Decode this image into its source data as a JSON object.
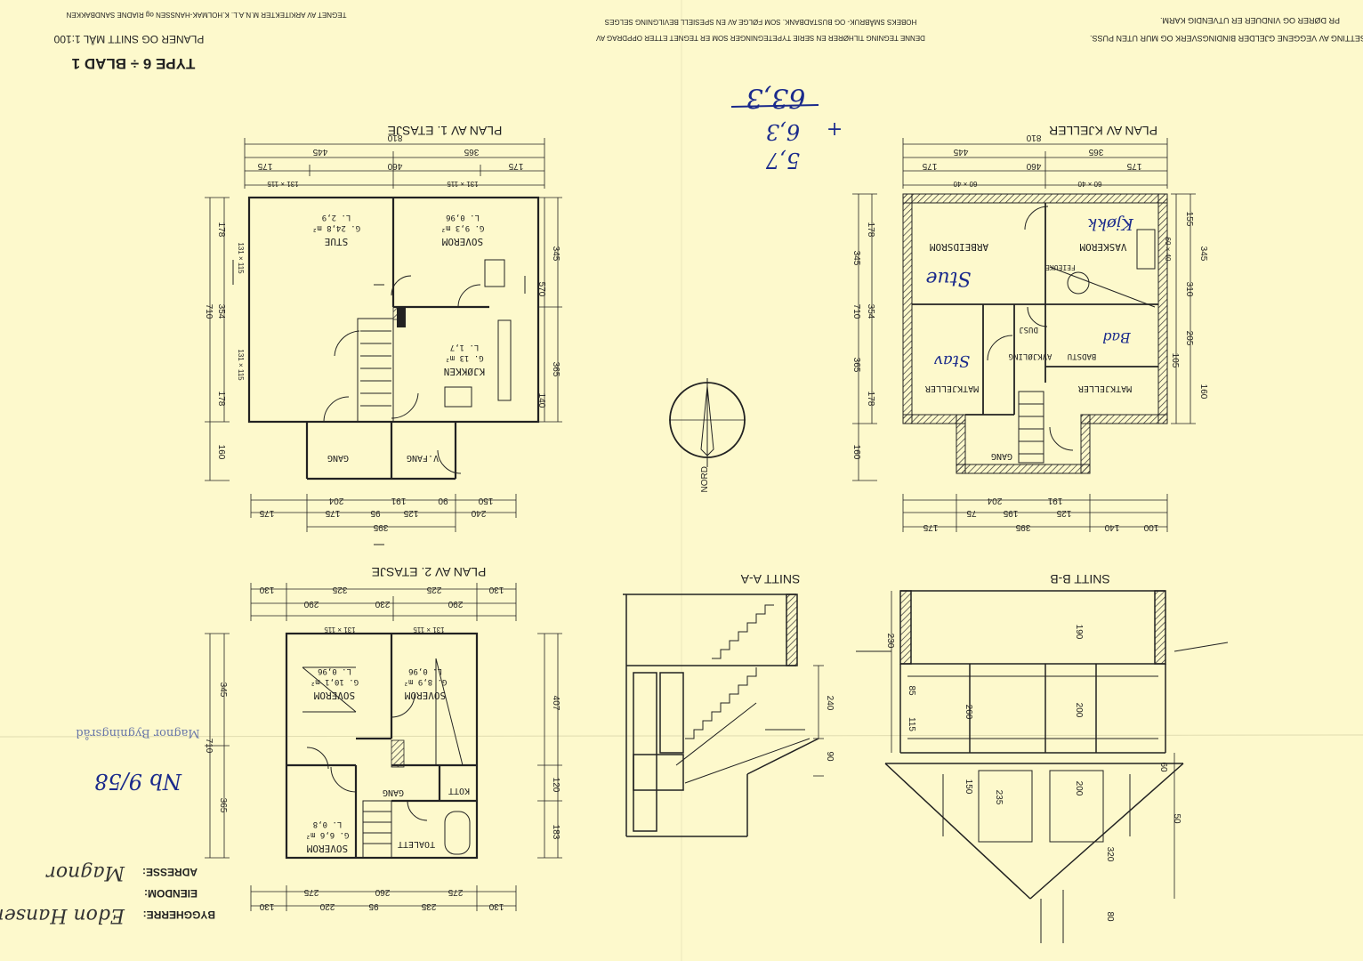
{
  "title_block": {
    "type": "TYPE 6 ÷ BLAD 1",
    "subtitle": "PLANER OG SNITT MÅL 1:100",
    "credit": "TEGNET AV ARKITEKTER M.N.A.L. K.HOLMAK-HANSSEN og RIADNE SANDBAKKEN"
  },
  "notes": {
    "right_1": "SETTING AV VEGGENE GJELDER BINDINGSVERK OG MUR UTEN PUSS.",
    "right_2": "PR DØRER OG VINDUER ER UTVENDIG KARM.",
    "center_1": "DENNE TEGNING TILHØRER EN SERIE TYPETEGNINGER SOM ER TEGNET ETTER OPPDRAG AV",
    "center_2": "HOBEKS SMÅBRUK- OG BUSTADBANK. SOM FØLGE AV EN SPESIELL BEVILGNING SELGES"
  },
  "plans": {
    "first_floor": {
      "title": "PLAN AV 1. ETASJE",
      "rooms": {
        "stue": "STUE",
        "stue_area": "G. 24,8 m²",
        "stue_l": "L. 2,9",
        "soverom": "SOVEROM",
        "soverom_area": "G. 9,3 m²",
        "soverom_l": "L. 0,96",
        "kjokken": "KJØKKEN",
        "kjokken_area": "G. 13 m²",
        "kjokken_l": "L. 1,7",
        "gang": "GANG",
        "vfang": "V.FANG"
      },
      "dims": {
        "d810": "810",
        "d445": "445",
        "d365": "365",
        "d460": "460",
        "d175a": "175",
        "d175b": "175",
        "d710": "710",
        "d345": "345",
        "d365v": "365",
        "d178a": "178",
        "d178b": "178",
        "d354": "354",
        "d160": "160",
        "d570": "570",
        "d140": "140",
        "b175": "175",
        "b204": "204",
        "b191": "191",
        "b150": "150",
        "b175b": "175",
        "b95": "95",
        "b125": "125",
        "b240": "240",
        "b90": "90",
        "b395": "395",
        "w131a": "131 × 115",
        "w131b": "131 × 115",
        "w131c": "131 × 115",
        "w131d": "131 × 115"
      }
    },
    "cellar": {
      "title": "PLAN AV KJELLER",
      "rooms": {
        "arbeidsrom": "ARBEIDSROM",
        "vaskerom": "VASKEROM",
        "matkjeller_a": "MATKJELLER",
        "matkjeller_b": "MATKJELLER",
        "badstu": "BADSTU",
        "avkjoling": "AVKJØLING",
        "dusj": "DUSJ",
        "gang": "GANG",
        "fyrrom": "FEIEUKE"
      },
      "dims": {
        "d810": "810",
        "d445": "445",
        "d365": "365",
        "d460": "460",
        "d175a": "175",
        "d175b": "175",
        "d710": "710",
        "d345": "345",
        "d365v": "365",
        "d178a": "178",
        "d178b": "178",
        "d354": "354",
        "d160": "160",
        "d155": "155",
        "d310": "310",
        "d205": "205",
        "d105": "105",
        "d160b": "160",
        "b175": "175",
        "b395": "395",
        "b140": "140",
        "b100": "100",
        "b204": "204",
        "b191": "191",
        "b195": "195",
        "b125": "125",
        "b75": "75",
        "w60a": "60 × 40",
        "w60b": "60 × 40",
        "w60c": "60 × 40"
      }
    },
    "second_floor": {
      "title": "PLAN AV 2. ETASJE",
      "rooms": {
        "soverom_a": "SOVEROM",
        "soverom_a_area": "G. 10,1 m²",
        "soverom_a_l": "L. 0,96",
        "soverom_b": "SOVEROM",
        "soverom_b_area": "G. 8,9 m²",
        "soverom_b_l": "L. 0,96",
        "soverom_c": "SOVEROM",
        "soverom_c_area": "G. 6,6 m²",
        "soverom_c_l": "L. 0,8",
        "gang": "GANG",
        "toalett": "TOALETT",
        "kott": "KOTT"
      },
      "dims": {
        "t130a": "130",
        "t325": "325",
        "t225": "225",
        "t130b": "130",
        "t290a": "290",
        "t230": "230",
        "t290b": "290",
        "d710": "710",
        "d345": "345",
        "d365": "365",
        "d407": "407",
        "d120": "120",
        "d183": "183",
        "b130a": "130",
        "b220": "220",
        "b95": "95",
        "b235": "235",
        "b130b": "130",
        "b275a": "275",
        "b260": "260",
        "b275b": "275",
        "w131a": "131 × 115",
        "w131b": "131 × 115"
      }
    }
  },
  "sections": {
    "a": {
      "title": "SNITT A-A",
      "d240": "240",
      "d90": "90"
    },
    "b": {
      "title": "SNITT B-B",
      "d230": "230",
      "d190": "190",
      "d85": "85",
      "d115": "115",
      "d260": "260",
      "d200": "200",
      "d150": "150",
      "d235": "235",
      "d200b": "200",
      "d60": "60",
      "d320": "320",
      "d80": "80",
      "d50": "50"
    }
  },
  "north": {
    "label": "NORD"
  },
  "fields": {
    "byggherre_label": "BYGGHERRE:",
    "byggherre_value": "Edon Hansen",
    "eiendom_label": "EIENDOM:",
    "adresse_label": "ADRESSE:",
    "adresse_value": "Magnor"
  },
  "handwritten": {
    "sum_1": "5,7",
    "sum_2": "6,3",
    "sum_plus": "+",
    "sum_total": "63,3",
    "stue": "Stue",
    "kjokk": "Kjøkk",
    "bad": "Bad",
    "stav": "Stav",
    "date": "Nb 9/58"
  },
  "stamp": {
    "text": "Magnor Bygningsråd"
  }
}
